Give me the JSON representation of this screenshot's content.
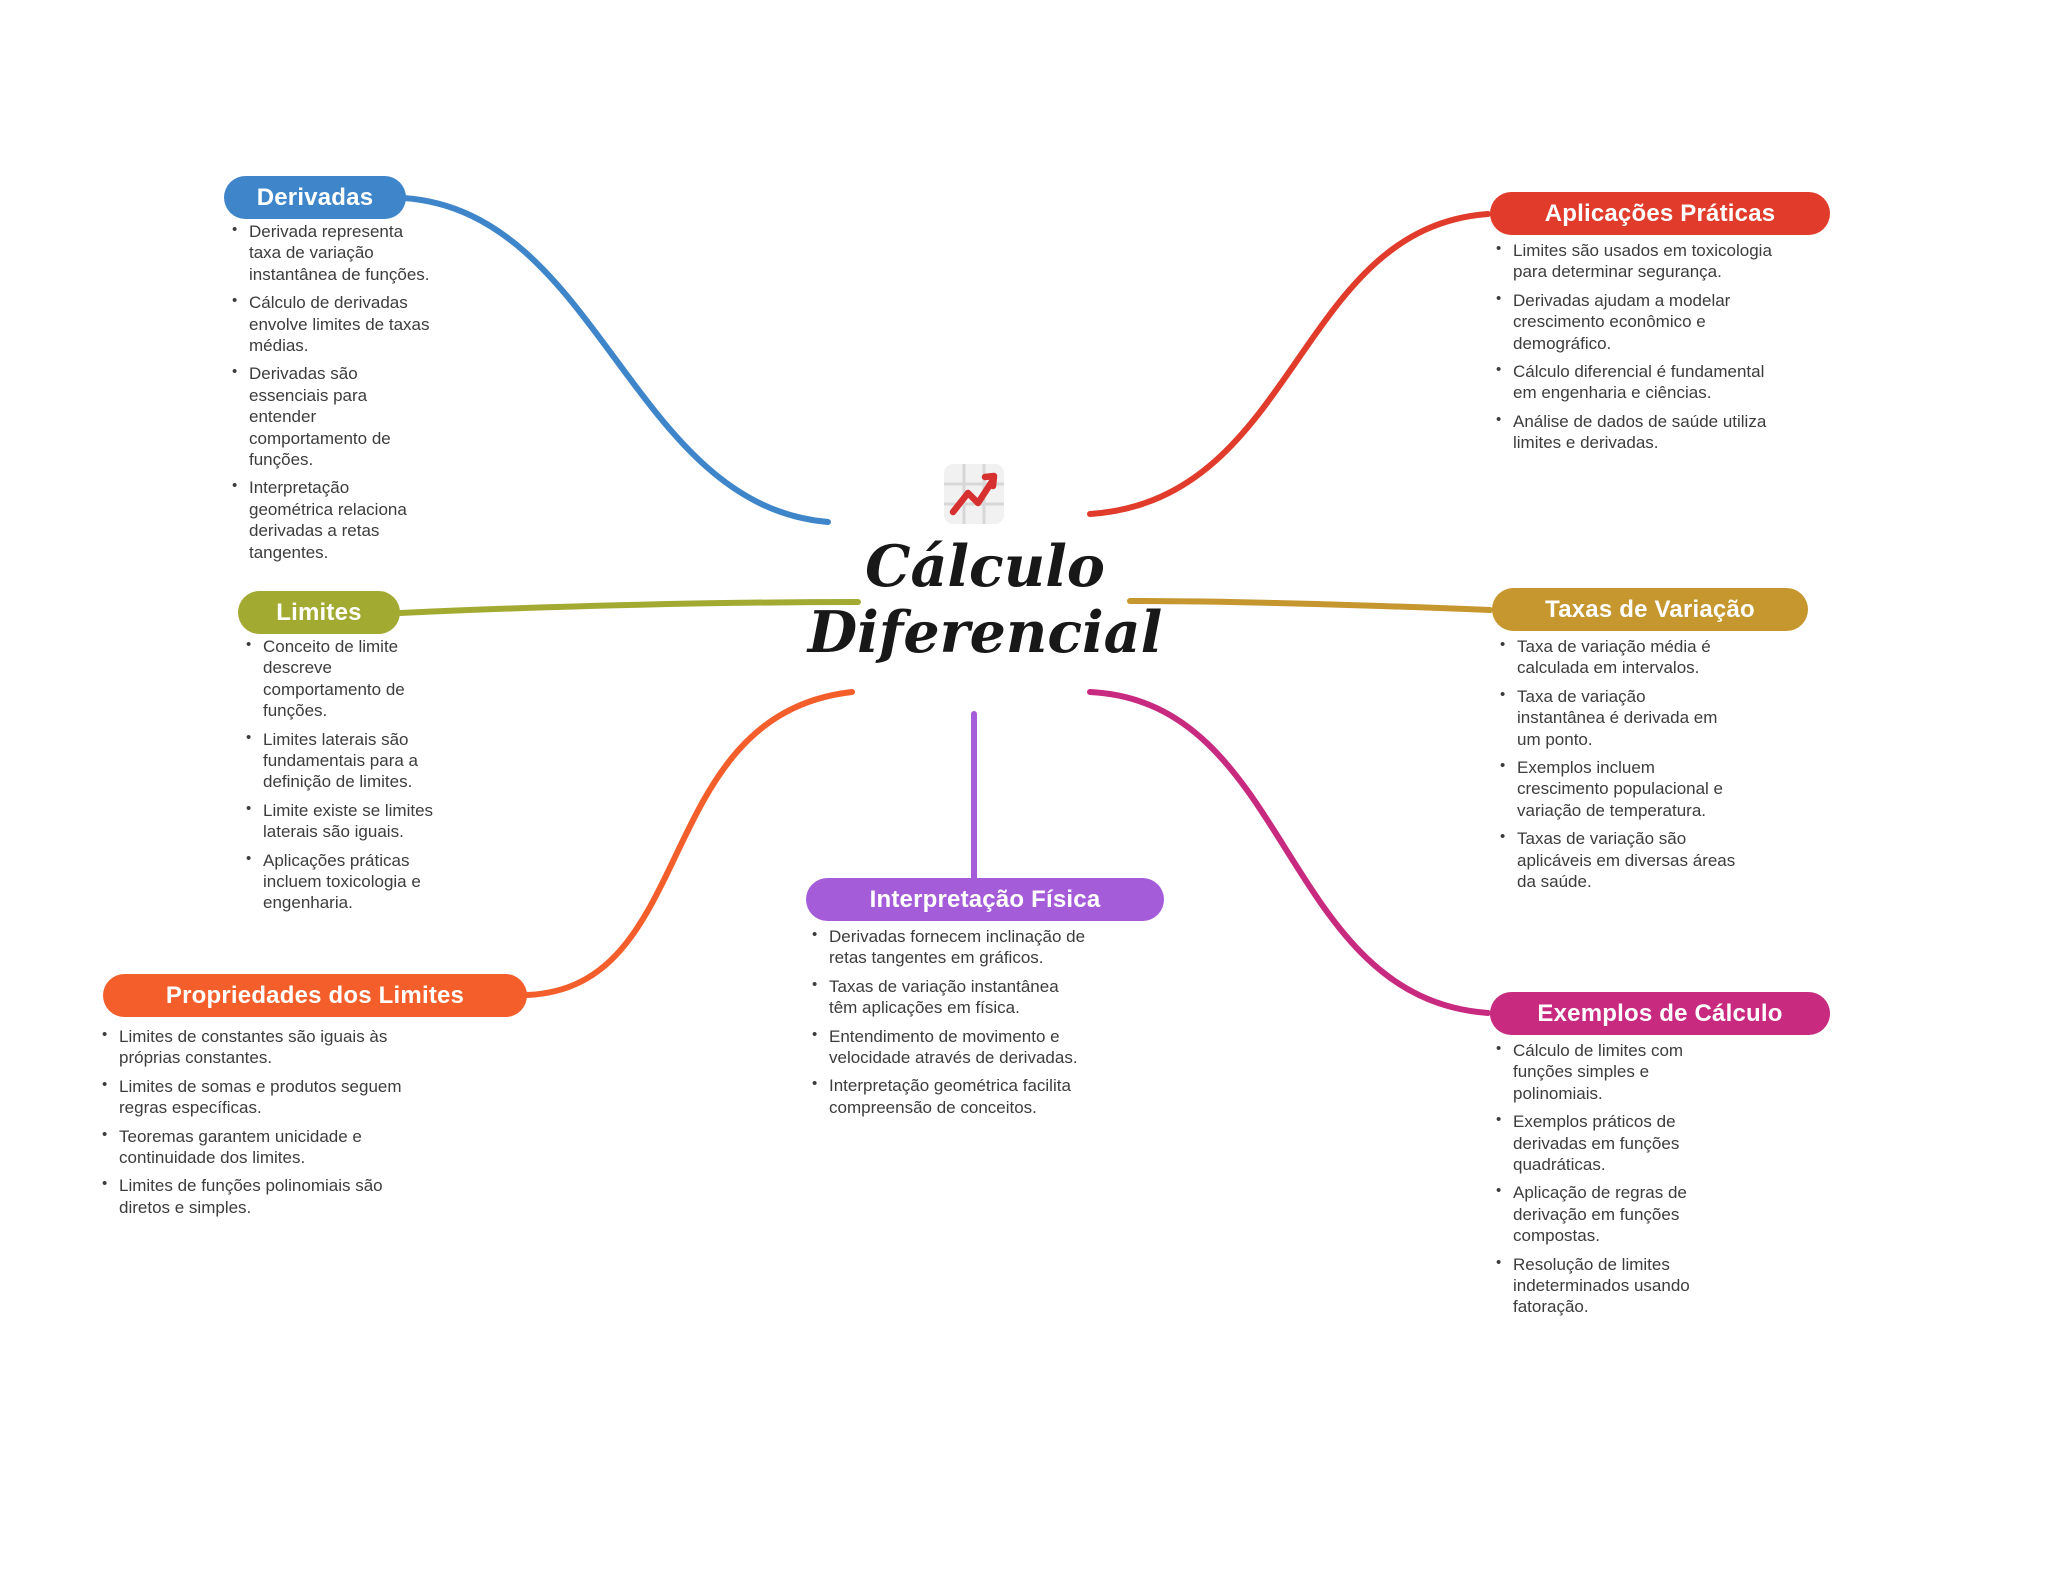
{
  "center": {
    "icon": "chart-increasing-icon",
    "title_lines": [
      "Cálculo",
      "Diferencial"
    ]
  },
  "branches": [
    {
      "id": "derivadas",
      "label": "Derivadas",
      "color": "#3E86C9",
      "items": [
        "Derivada representa taxa de variação instantânea de funções.",
        "Cálculo de derivadas envolve limites de taxas médias.",
        "Derivadas são essenciais para entender comportamento de funções.",
        "Interpretação geométrica relaciona derivadas a retas tangentes."
      ]
    },
    {
      "id": "limites",
      "label": "Limites",
      "color": "#A3AA32",
      "items": [
        "Conceito de limite descreve comportamento de funções.",
        "Limites laterais são fundamentais para a definição de limites.",
        "Limite existe se limites laterais são iguais.",
        "Aplicações práticas incluem toxicologia e engenharia."
      ]
    },
    {
      "id": "propriedades-dos-limites",
      "label": "Propriedades dos Limites",
      "color": "#F45E2B",
      "items": [
        "Limites de constantes são iguais às próprias constantes.",
        "Limites de somas e produtos seguem regras específicas.",
        "Teoremas garantem unicidade e continuidade dos limites.",
        "Limites de funções polinomiais são diretos e simples."
      ]
    },
    {
      "id": "aplicacoes-praticas",
      "label": "Aplicações Práticas",
      "color": "#E03B2B",
      "items": [
        "Limites são usados em toxicologia para determinar segurança.",
        "Derivadas ajudam a modelar crescimento econômico e demográfico.",
        "Cálculo diferencial é fundamental em engenharia e ciências.",
        "Análise de dados de saúde utiliza limites e derivadas."
      ]
    },
    {
      "id": "taxas-de-variacao",
      "label": "Taxas de Variação",
      "color": "#C6962F",
      "items": [
        "Taxa de variação média é calculada em intervalos.",
        "Taxa de variação instantânea é derivada em um ponto.",
        "Exemplos incluem crescimento populacional e variação de temperatura.",
        "Taxas de variação são aplicáveis em diversas áreas da saúde."
      ]
    },
    {
      "id": "exemplos-de-calculo",
      "label": "Exemplos de Cálculo",
      "color": "#C82A7F",
      "items": [
        "Cálculo de limites com funções simples e polinomiais.",
        "Exemplos práticos de derivadas em funções quadráticas.",
        "Aplicação de regras de derivação em funções compostas.",
        "Resolução de limites indeterminados usando fatoração."
      ]
    },
    {
      "id": "interpretacao-fisica",
      "label": "Interpretação Física",
      "color": "#A55CD9",
      "items": [
        "Derivadas fornecem inclinação de retas tangentes em gráficos.",
        "Taxas de variação instantânea têm aplicações em física.",
        "Entendimento de movimento e velocidade através de derivadas.",
        "Interpretação geométrica facilita compreensão de conceitos."
      ]
    }
  ]
}
